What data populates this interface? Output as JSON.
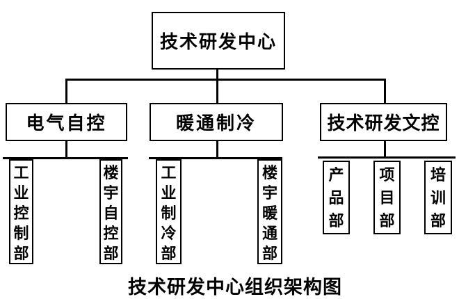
{
  "diagram": {
    "caption": "技术研发中心组织架构图",
    "root": {
      "label": "技术研发中心"
    },
    "groups": [
      {
        "label": "电气自控",
        "children": [
          "工业控制部",
          "楼宇自控部"
        ]
      },
      {
        "label": "暖通制冷",
        "children": [
          "工业制冷部",
          "楼宇暖通部"
        ]
      },
      {
        "label": "技术研发文控",
        "children": [
          "产品部",
          "项目部",
          "培训部"
        ]
      }
    ],
    "colors": {
      "line": "#000000",
      "background": "#ffffff",
      "text": "#000000"
    }
  }
}
